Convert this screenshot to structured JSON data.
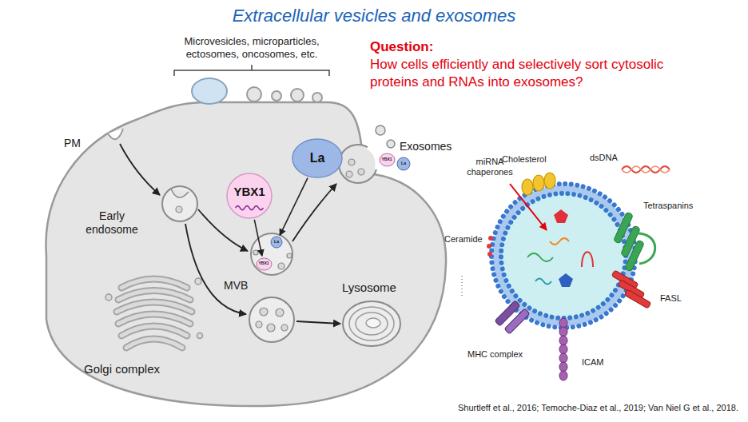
{
  "diagram": {
    "title": "Extracellular vesicles and exosomes",
    "nodes": [
      {
        "text": [
          "YBX1"
        ]
      },
      {
        "text": [
          "La"
        ]
      },
      {
        "text": [
          "La"
        ]
      },
      {
        "text": [
          "YBX1"
        ]
      },
      {
        "text": [
          "YBX1"
        ]
      },
      {
        "text": [
          "La"
        ]
      }
    ],
    "edges": [
      {
        "from": 0,
        "to": 3,
        "arrow": "to"
      },
      {
        "from": 1,
        "to": 2,
        "arrow": "to"
      }
    ],
    "labels": [
      "Microvesicles, microparticles, ectosomes, oncosomes, etc.",
      "Question:",
      "How cells efficiently and selectively sort cytosolic proteins and RNAs into exosomes?",
      "PM",
      "Exosomes",
      "Early endosome",
      "MVB",
      "Lysosome",
      "Golgi complex",
      "miRNA chaperones",
      "Cholesterol",
      "dsDNA",
      "Tetraspanins",
      "Ceramide",
      "FASL",
      "MHC complex",
      "ICAM",
      "Shurtleff et al., 2016; Temoche-Diaz et al., 2019; Van Niel G et al., 2018."
    ]
  }
}
